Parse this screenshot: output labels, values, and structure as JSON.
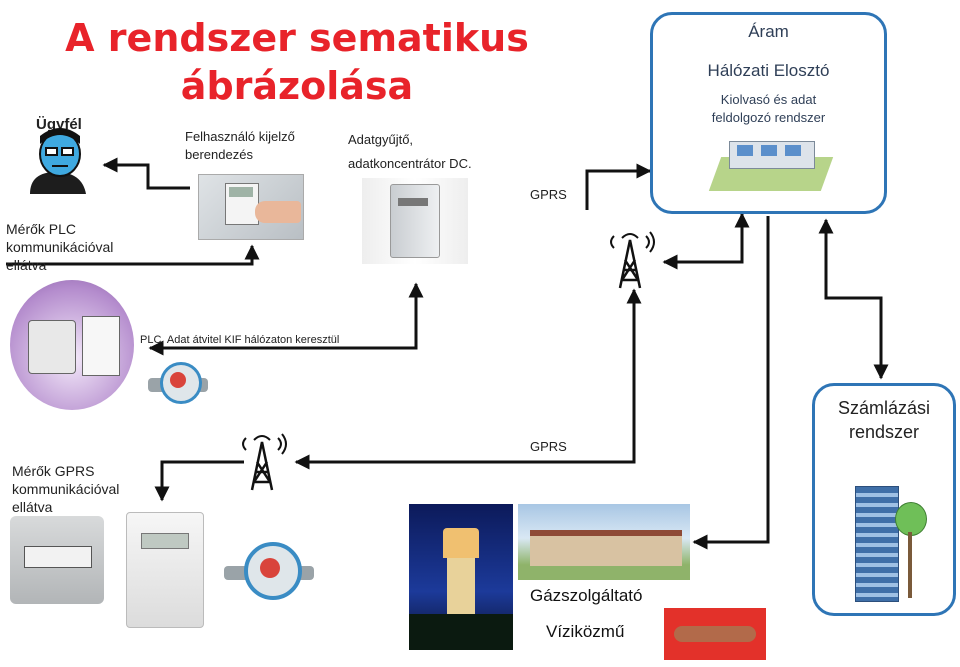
{
  "title": {
    "line1": "A rendszer sematikus",
    "line2": "ábrázolása"
  },
  "client": {
    "label": "Ügyfél"
  },
  "display_device": {
    "line1": "Felhasználó kijelző",
    "line2": "berendezés"
  },
  "concentrator": {
    "line1": "Adatgyűjtő,",
    "line2": "adatkoncentrátor  DC."
  },
  "plc_meters": {
    "line1": "Mérők PLC",
    "line2": "kommunikációval",
    "line3": "ellátva"
  },
  "plc_link": {
    "label": "PLC. Adat átvitel KIF hálózaton keresztül"
  },
  "gprs_meters": {
    "line1": "Mérők GPRS",
    "line2": "kommunikációval",
    "line3": "ellátva"
  },
  "gprs_top": {
    "label": "GPRS"
  },
  "gprs_bottom": {
    "label": "GPRS"
  },
  "power_box": {
    "title": "Áram",
    "subtitle": "Hálózati Elosztó",
    "line1": "Kiolvasó és adat",
    "line2": "feldolgozó rendszer"
  },
  "billing_box": {
    "line1": "Számlázási",
    "line2": "rendszer"
  },
  "gas_provider": {
    "label": "Gázszolgáltató"
  },
  "water_utility": {
    "label": "Víziközmű"
  },
  "colors": {
    "title": "#e8232a",
    "box_border": "#2e75b6",
    "arrow": "#111111"
  }
}
